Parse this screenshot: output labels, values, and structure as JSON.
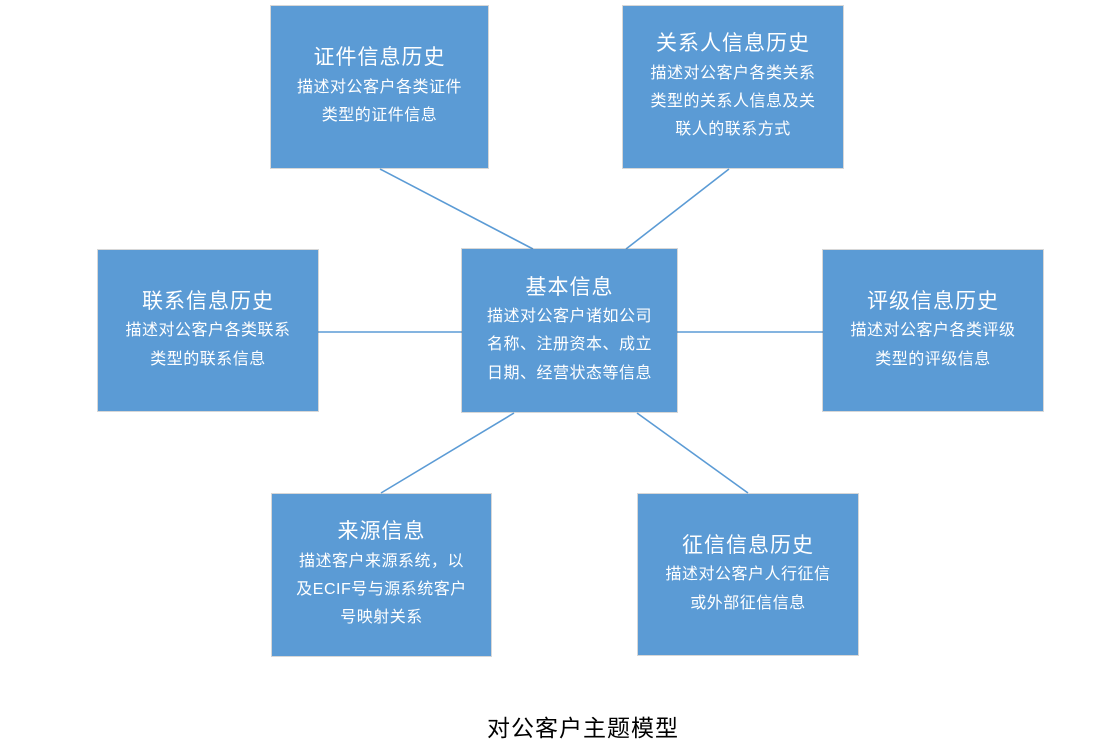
{
  "diagram": {
    "caption": "对公客户主题模型",
    "colors": {
      "box_fill": "#5B9BD5",
      "line": "#5B9BD5",
      "node_text": "#FFFFFF",
      "caption_text": "#000000"
    },
    "nodes": [
      {
        "id": "cert",
        "title": "证件信息历史",
        "desc": "描述对公客户各类证件\n类型的证件信息"
      },
      {
        "id": "relation",
        "title": "关系人信息历史",
        "desc": "描述对公客户各类关系\n类型的关系人信息及关\n联人的联系方式"
      },
      {
        "id": "contact",
        "title": "联系信息历史",
        "desc": "描述对公客户各类联系\n类型的联系信息"
      },
      {
        "id": "basic",
        "title": "基本信息",
        "desc": "描述对公客户诸如公司\n名称、注册资本、成立\n日期、经营状态等信息"
      },
      {
        "id": "rating",
        "title": "评级信息历史",
        "desc": "描述对公客户各类评级\n类型的评级信息"
      },
      {
        "id": "source",
        "title": "来源信息",
        "desc": "描述客户来源系统，以\n及ECIF号与源系统客户\n号映射关系"
      },
      {
        "id": "credit",
        "title": "征信信息历史",
        "desc": "描述对公客户人行征信\n或外部征信信息"
      }
    ],
    "edges": [
      {
        "from": "cert",
        "to": "basic"
      },
      {
        "from": "relation",
        "to": "basic"
      },
      {
        "from": "contact",
        "to": "basic"
      },
      {
        "from": "basic",
        "to": "rating"
      },
      {
        "from": "basic",
        "to": "source"
      },
      {
        "from": "basic",
        "to": "credit"
      }
    ]
  }
}
